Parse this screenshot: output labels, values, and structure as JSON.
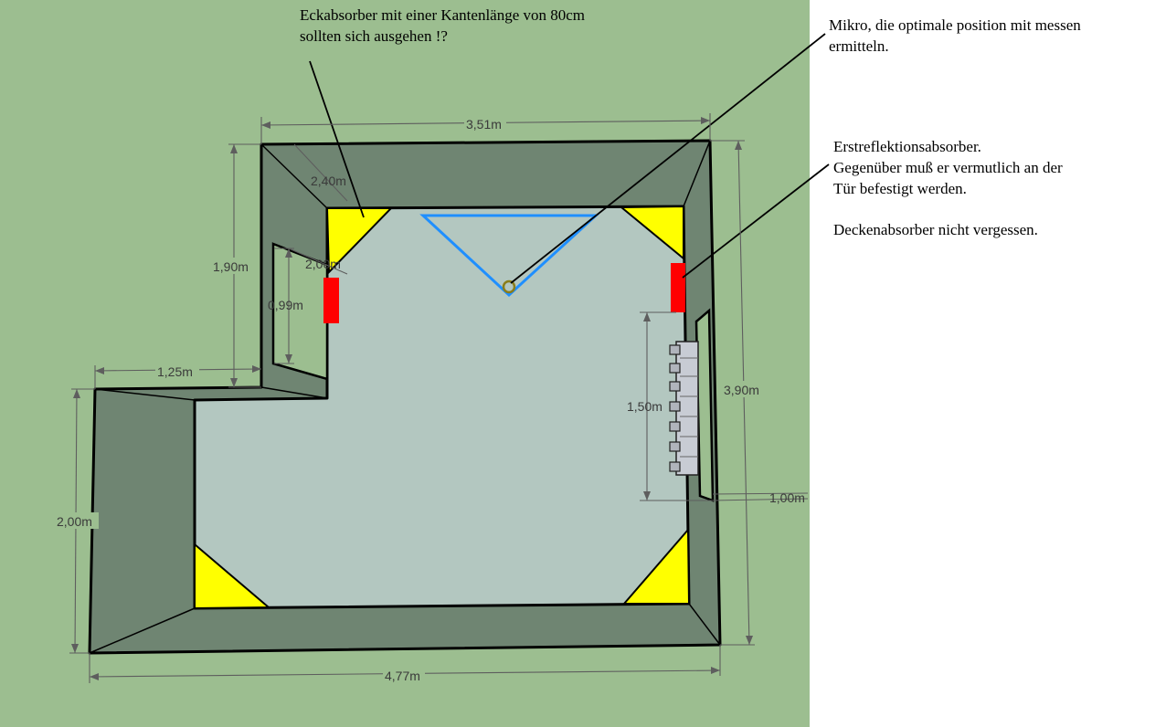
{
  "colors": {
    "background": "#9cbe90",
    "canvas_white": "#ffffff",
    "floor": "#b3c7c0",
    "wall": "#6f8572",
    "corner_absorber": "#ffff00",
    "reflection_absorber": "#ff0000",
    "triangle": "#1f8fff",
    "mic": "#8a7d1a",
    "shelf": "#c8ccd4"
  },
  "annotations": {
    "corner": {
      "line1": "Eckabsorber mit einer Kantenlänge von 80cm",
      "line2": "sollten sich ausgehen !?"
    },
    "mic": {
      "line1": "Mikro, die optimale position mit messen",
      "line2": "ermitteln."
    },
    "reflection": {
      "line1": "Erstreflektionsabsorber.",
      "line2": "Gegenüber muß er vermutlich an der",
      "line3": "Tür befestigt werden.",
      "line4": "Deckenabsorber nicht vergessen."
    }
  },
  "dimensions": {
    "top_width": "3,51m",
    "bottom_width": "4,77m",
    "right_height": "3,90m",
    "left_upper_height": "1,90m",
    "left_lower_height": "2,00m",
    "step_width": "1,25m",
    "door_width": "0,99m",
    "door_offset": "2,00m",
    "corner_diag": "2,40m",
    "shelf_length": "1,50m",
    "right_offset": "1,00m"
  },
  "symbols": {
    "mic": "mic-icon",
    "shelf": "shelf-icon"
  }
}
